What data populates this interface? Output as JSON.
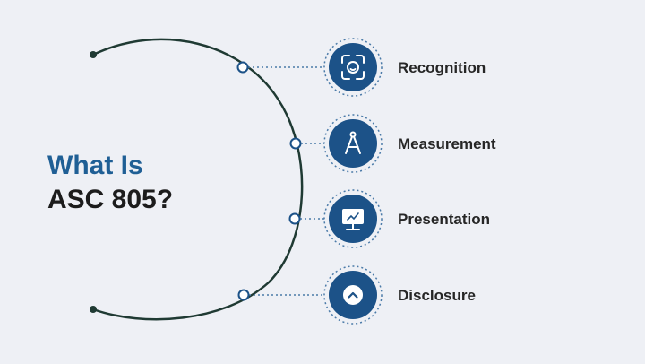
{
  "title": {
    "line1": "What Is",
    "line2": "ASC 805?"
  },
  "steps": [
    {
      "label": "Recognition",
      "icon": "face-scan-icon"
    },
    {
      "label": "Measurement",
      "icon": "compass-icon"
    },
    {
      "label": "Presentation",
      "icon": "presentation-board-icon"
    },
    {
      "label": "Disclosure",
      "icon": "chevron-up-icon"
    }
  ],
  "colors": {
    "background": "#eef0f5",
    "title_accent": "#1f5f95",
    "title_dark": "#1c1c1c",
    "arc": "#1f3a33",
    "circle_fill": "#1c5288",
    "dotted": "#4a7aa8",
    "label": "#262626"
  }
}
